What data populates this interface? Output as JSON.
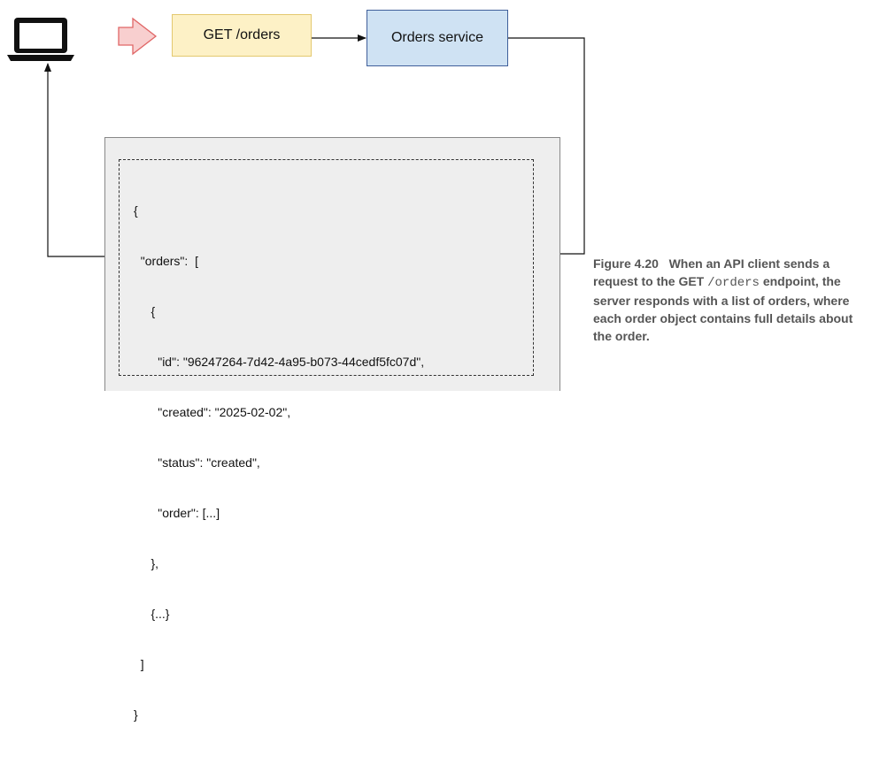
{
  "nodes": {
    "request": "GET /orders",
    "service": "Orders service"
  },
  "response_json": {
    "lines": [
      "{",
      "  \"orders\":  [",
      "     {",
      "       \"id\": \"96247264-7d42-4a95-b073-44cedf5fc07d\",",
      "       \"created\": \"2025-02-02\",",
      "       \"status\": \"created\",",
      "       \"order\": [...]",
      "     },",
      "     {...}",
      "  ]",
      "}"
    ]
  },
  "caption": {
    "label": "Figure 4.20",
    "text_before": "When an API client sends a request to the GET",
    "code": "/orders",
    "text_after": "endpoint, the server responds with a list of orders, where each order object contains full details about the order."
  },
  "colors": {
    "request_fill": "#fdf1c6",
    "service_fill": "#cfe2f3",
    "arrow_fill": "#f8cfcf",
    "arrow_stroke": "#e06666",
    "panel_fill": "#eeeeee"
  }
}
